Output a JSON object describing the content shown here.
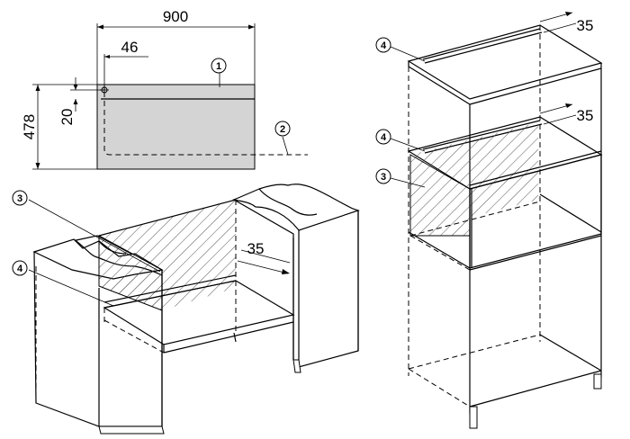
{
  "dimensions": {
    "width": "900",
    "offset": "46",
    "height": "478",
    "depth": "20",
    "gap_under_counter": "35",
    "gap_tall_top": "35",
    "gap_tall_mid": "35"
  },
  "callouts": {
    "c1": "1",
    "c2": "2",
    "c3_left": "3",
    "c4_left": "4",
    "c4_tall_top": "4",
    "c4_tall_mid": "4",
    "c3_tall": "3"
  },
  "colors": {
    "line": "#000000",
    "front_fill": "#d4d4d4",
    "hatch": "#555555",
    "background": "#ffffff"
  }
}
